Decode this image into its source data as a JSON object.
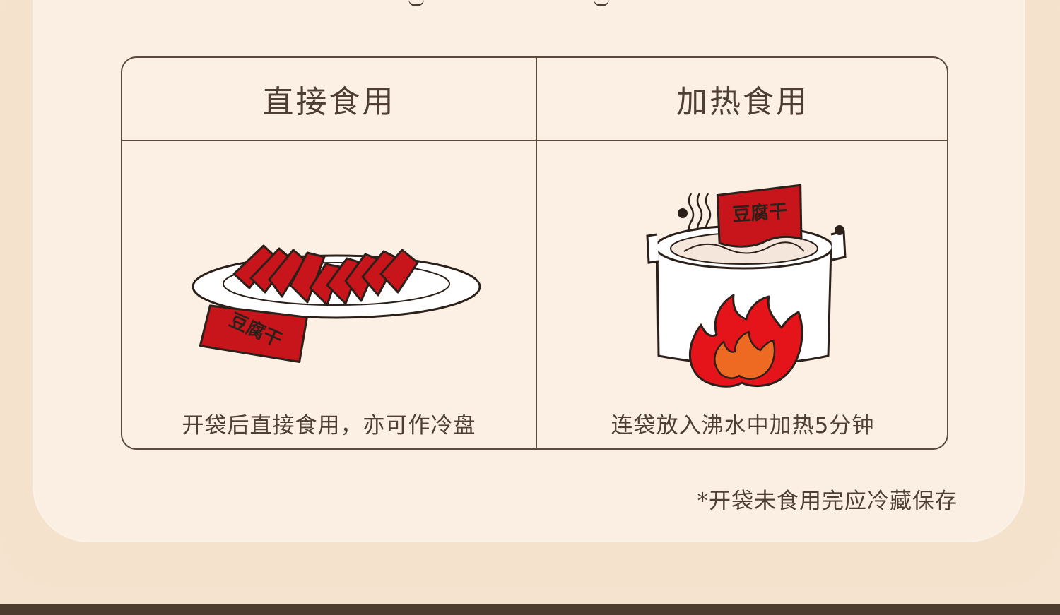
{
  "methods": [
    {
      "title": "直接食用",
      "caption": "开袋后直接食用，亦可作冷盘",
      "icon": "plate-of-tofu-slices-icon",
      "package_label": "豆腐干"
    },
    {
      "title": "加热食用",
      "caption": "连袋放入沸水中加热5分钟",
      "icon": "pot-over-fire-icon",
      "package_label": "豆腐干"
    }
  ],
  "footnote": "*开袋未食用完应冷藏保存",
  "colors": {
    "background": "#f6e3cf",
    "card": "#fbeee2",
    "outline": "#5b4a3e",
    "text": "#4e3e33",
    "tofu_red": "#c8141b",
    "flame_red": "#e5131a",
    "flame_orange": "#ee6a22"
  }
}
